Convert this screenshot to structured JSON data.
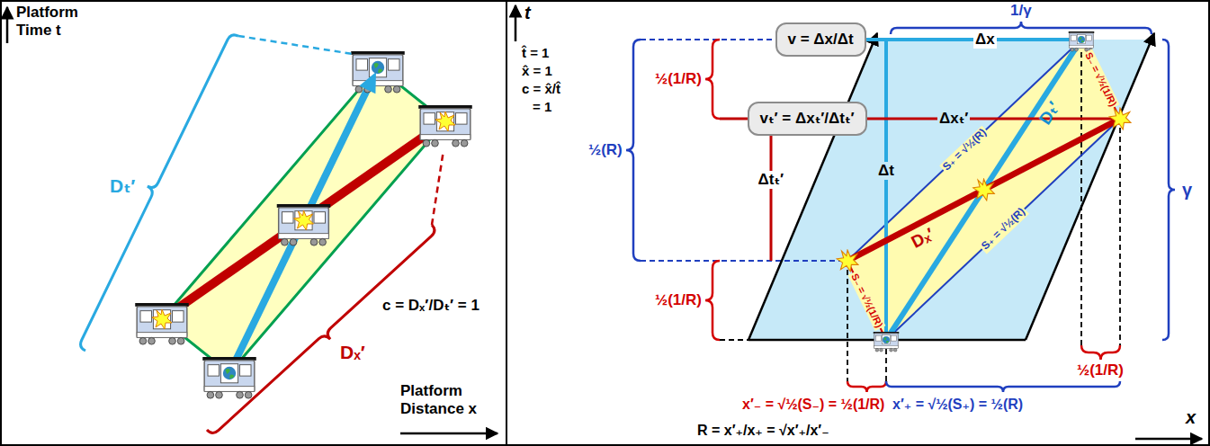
{
  "diagram": {
    "nodes": [
      {
        "text": [
          "v = Δx/Δt"
        ]
      },
      {
        "text": [
          "vₜ′ = Δxₜ′/Δtₜ′"
        ]
      }
    ],
    "labels": [
      "Platform Time t",
      "Dₜ′",
      "Dₓ′",
      "c = Dₓ′/Dₜ′ = 1",
      "Platform Distance x",
      "t",
      "t̂ = 1",
      "x̂ = 1",
      "c = x̂/t̂",
      "= 1",
      "1/γ",
      "Δx",
      "½(1/R)",
      "½(R)",
      "Δxₜ′",
      "Δt",
      "Δtₜ′",
      "γ",
      "S₊ = √½(R)",
      "Dₜ′",
      "S₋ = √½(1/R)",
      "S₊ = √½(R)",
      "Dₓ′",
      "½(1/R)",
      "S₋ = √½(1/R)",
      "½(1/R)",
      "x′₋ = √½(S₋) = ½(1/R)",
      "x′₊ = √½(S₊) = ½(R)",
      "R = x′₊/x₊ = √x′₊/x′₋",
      "x"
    ]
  }
}
